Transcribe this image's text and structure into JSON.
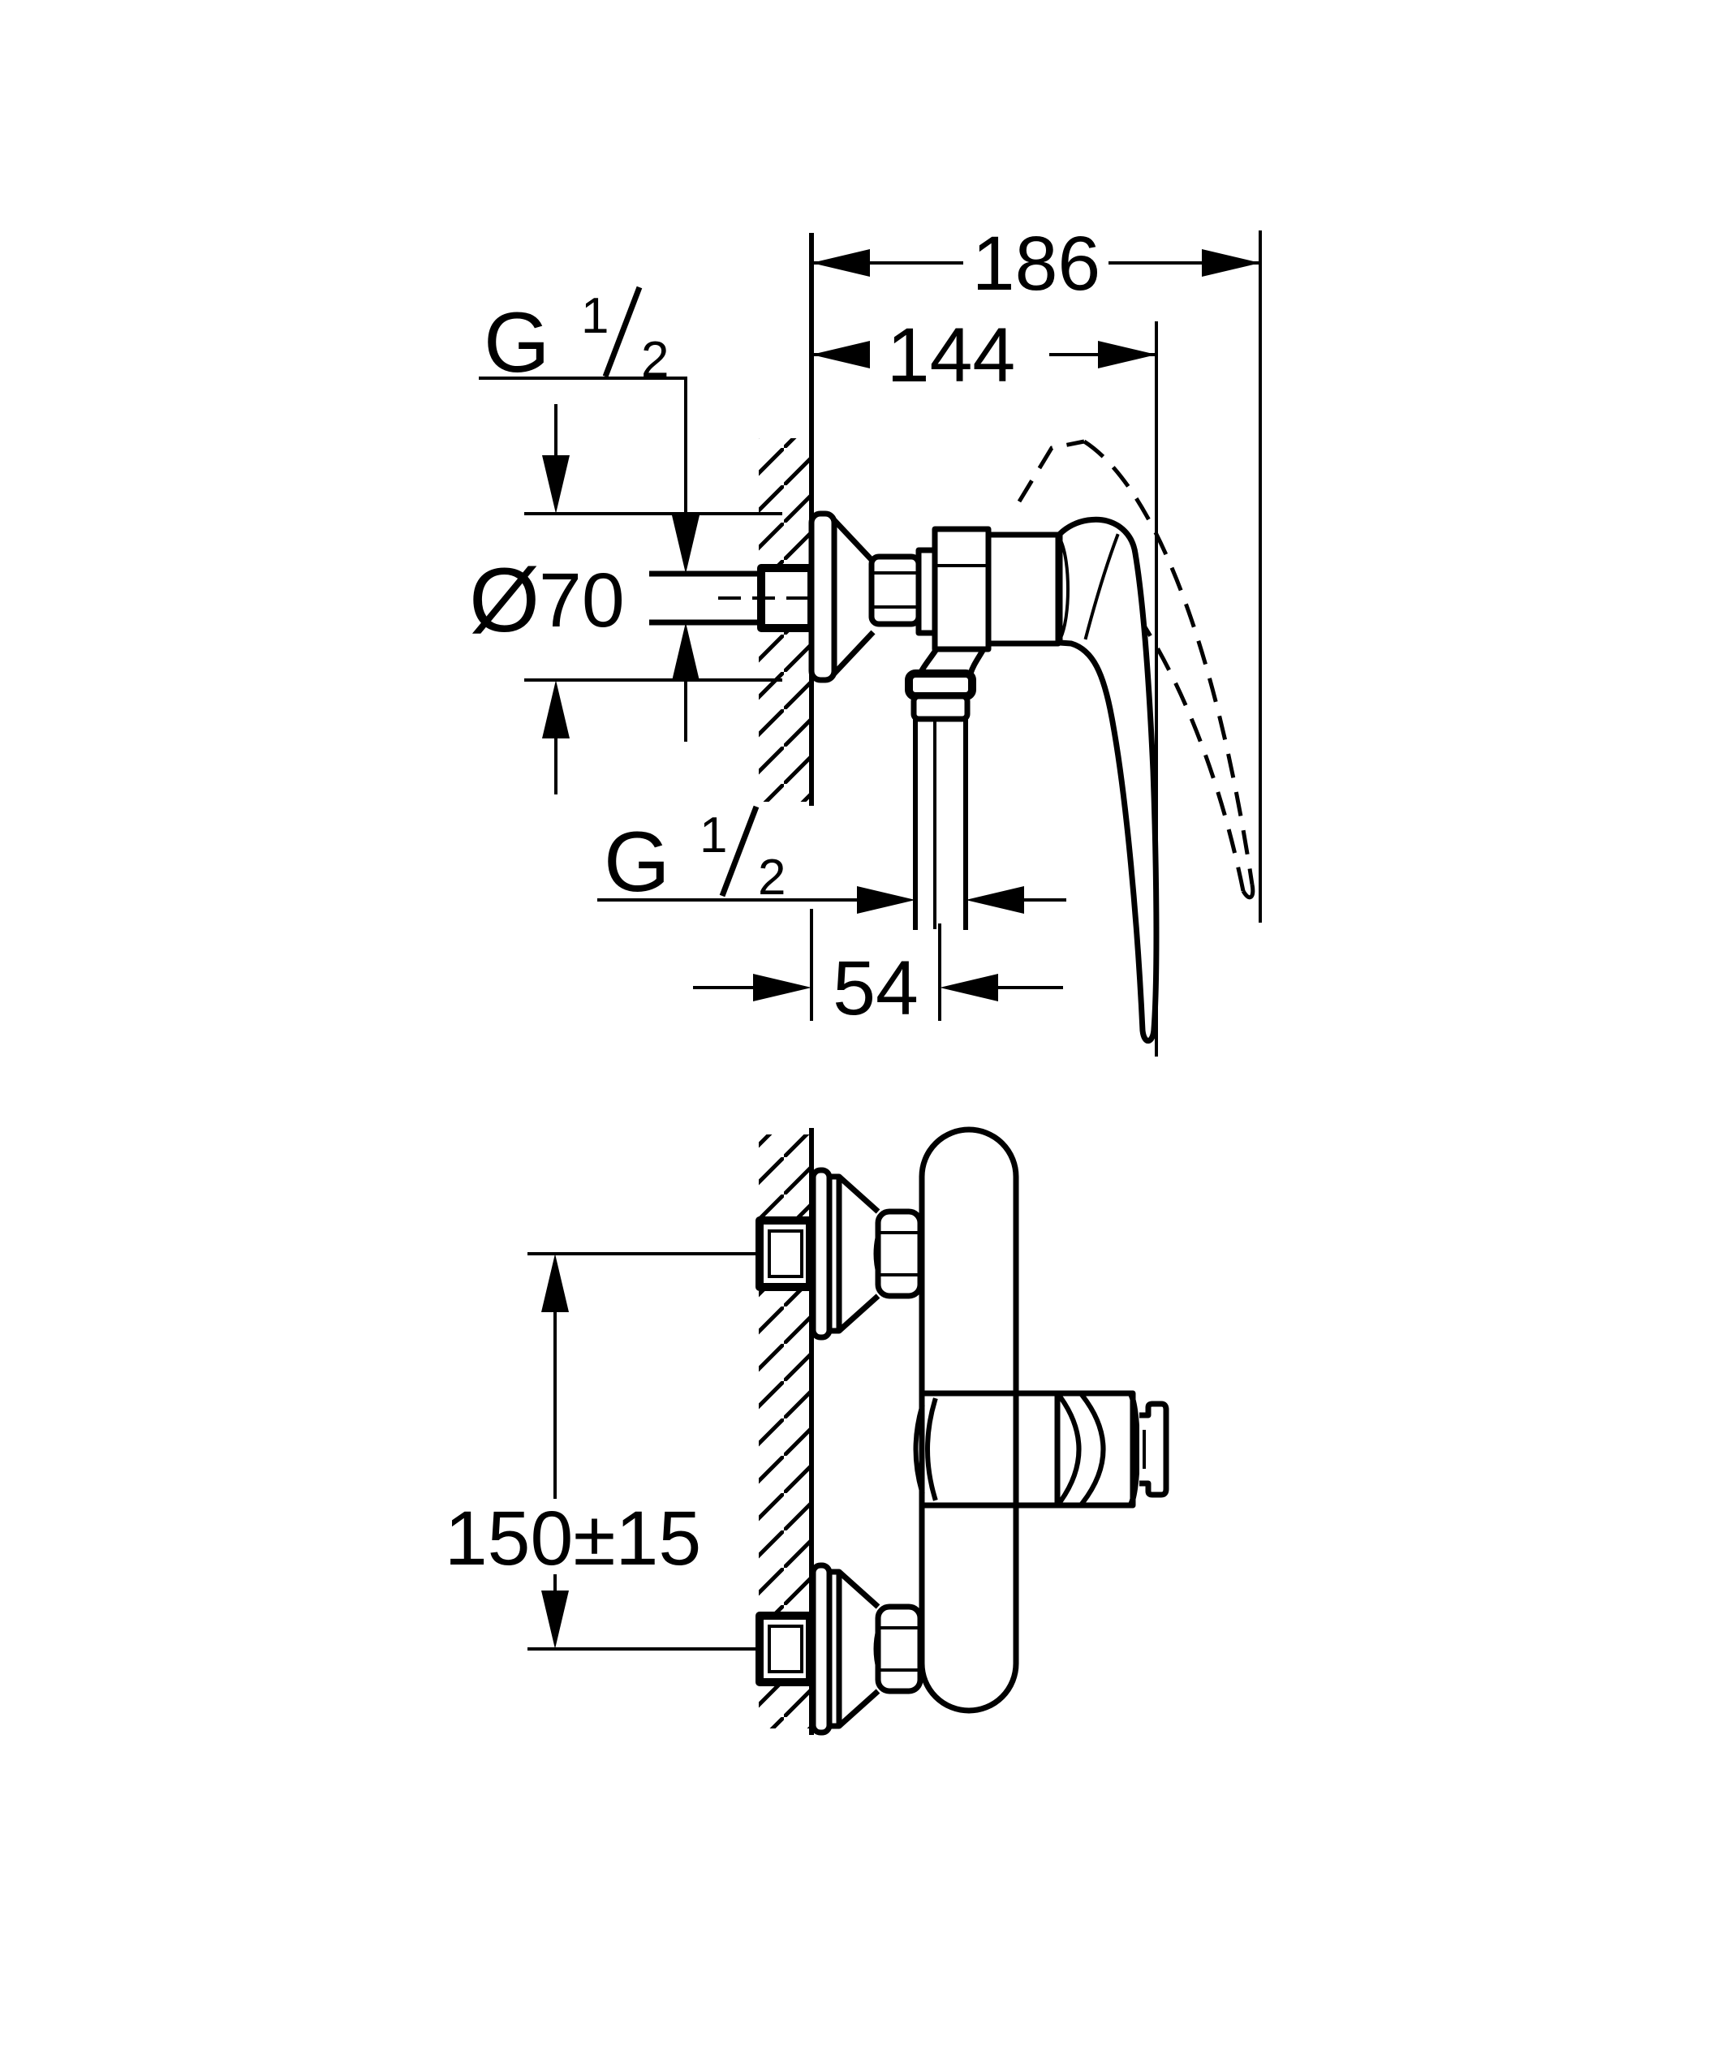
{
  "drawing": {
    "type": "technical-dimension-diagram",
    "subject": "wall-mounted single-lever shower mixer, side view and front view",
    "colors": {
      "line": "#000000",
      "background": "#ffffff"
    },
    "dimensions": {
      "d186": {
        "value": "186"
      },
      "d144": {
        "value": "144"
      },
      "dia70": {
        "symbol": "Ø",
        "value": "70"
      },
      "d54": {
        "value": "54"
      },
      "d150": {
        "value": "150±15"
      },
      "thread_top": {
        "label": "G 1/2",
        "base": "G",
        "numerator": "1",
        "denominator": "2"
      },
      "thread_bottom": {
        "label": "G 1/2",
        "base": "G",
        "numerator": "1",
        "denominator": "2"
      }
    }
  }
}
